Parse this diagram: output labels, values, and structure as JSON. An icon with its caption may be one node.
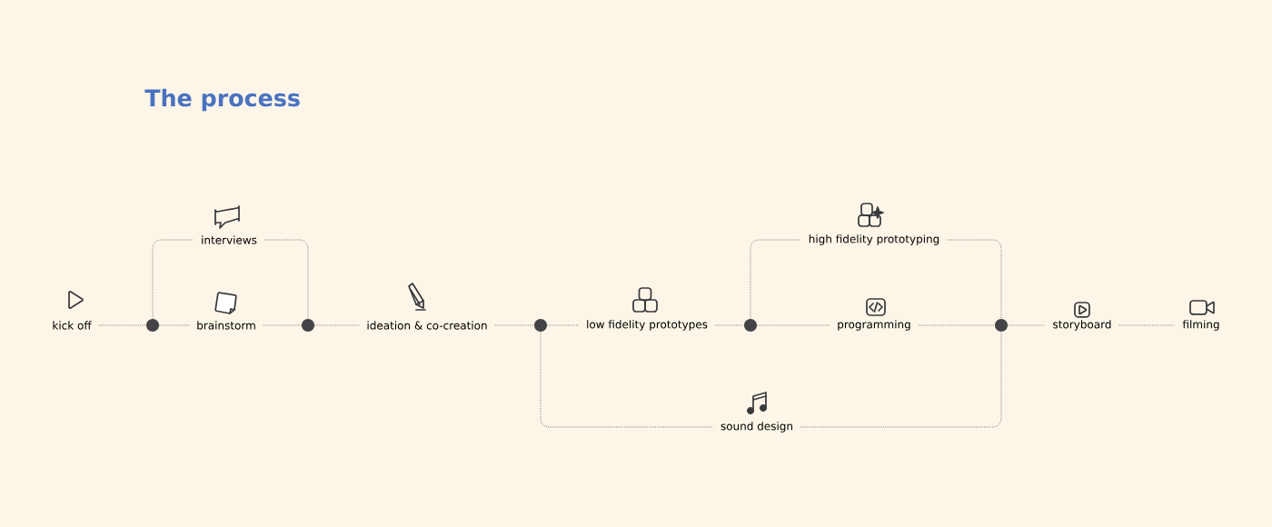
{
  "diagram": {
    "title": "The process",
    "nodes": [
      {
        "text": [
          "kick off"
        ]
      },
      {
        "text": [],
        "shape": "circle"
      },
      {
        "text": [
          "interviews"
        ]
      },
      {
        "text": [
          "brainstorm"
        ]
      },
      {
        "text": [],
        "shape": "circle"
      },
      {
        "text": [
          "ideation & co-creation"
        ]
      },
      {
        "text": [],
        "shape": "circle"
      },
      {
        "text": [
          "low fidelity prototypes"
        ]
      },
      {
        "text": [],
        "shape": "circle"
      },
      {
        "text": [
          "high fidelity prototyping"
        ]
      },
      {
        "text": [
          "programming"
        ]
      },
      {
        "text": [
          "sound design"
        ]
      },
      {
        "text": [],
        "shape": "circle"
      },
      {
        "text": [
          "storyboard"
        ]
      },
      {
        "text": [
          "filming"
        ]
      }
    ],
    "edges": [
      {
        "from": 0,
        "to": 1,
        "arrow": "none"
      },
      {
        "from": 1,
        "to": 2,
        "arrow": "none"
      },
      {
        "from": 2,
        "to": 4,
        "arrow": "none"
      },
      {
        "from": 1,
        "to": 3,
        "arrow": "none"
      },
      {
        "from": 3,
        "to": 4,
        "arrow": "none"
      },
      {
        "from": 4,
        "to": 5,
        "arrow": "none"
      },
      {
        "from": 5,
        "to": 6,
        "arrow": "none"
      },
      {
        "from": 6,
        "to": 7,
        "arrow": "none"
      },
      {
        "from": 7,
        "to": 8,
        "arrow": "none"
      },
      {
        "from": 8,
        "to": 9,
        "arrow": "none"
      },
      {
        "from": 9,
        "to": 12,
        "arrow": "none"
      },
      {
        "from": 8,
        "to": 10,
        "arrow": "none"
      },
      {
        "from": 10,
        "to": 12,
        "arrow": "none"
      },
      {
        "from": 6,
        "to": 11,
        "arrow": "none"
      },
      {
        "from": 11,
        "to": 12,
        "arrow": "none"
      },
      {
        "from": 12,
        "to": 13,
        "arrow": "none"
      },
      {
        "from": 13,
        "to": 14,
        "arrow": "none"
      }
    ]
  }
}
